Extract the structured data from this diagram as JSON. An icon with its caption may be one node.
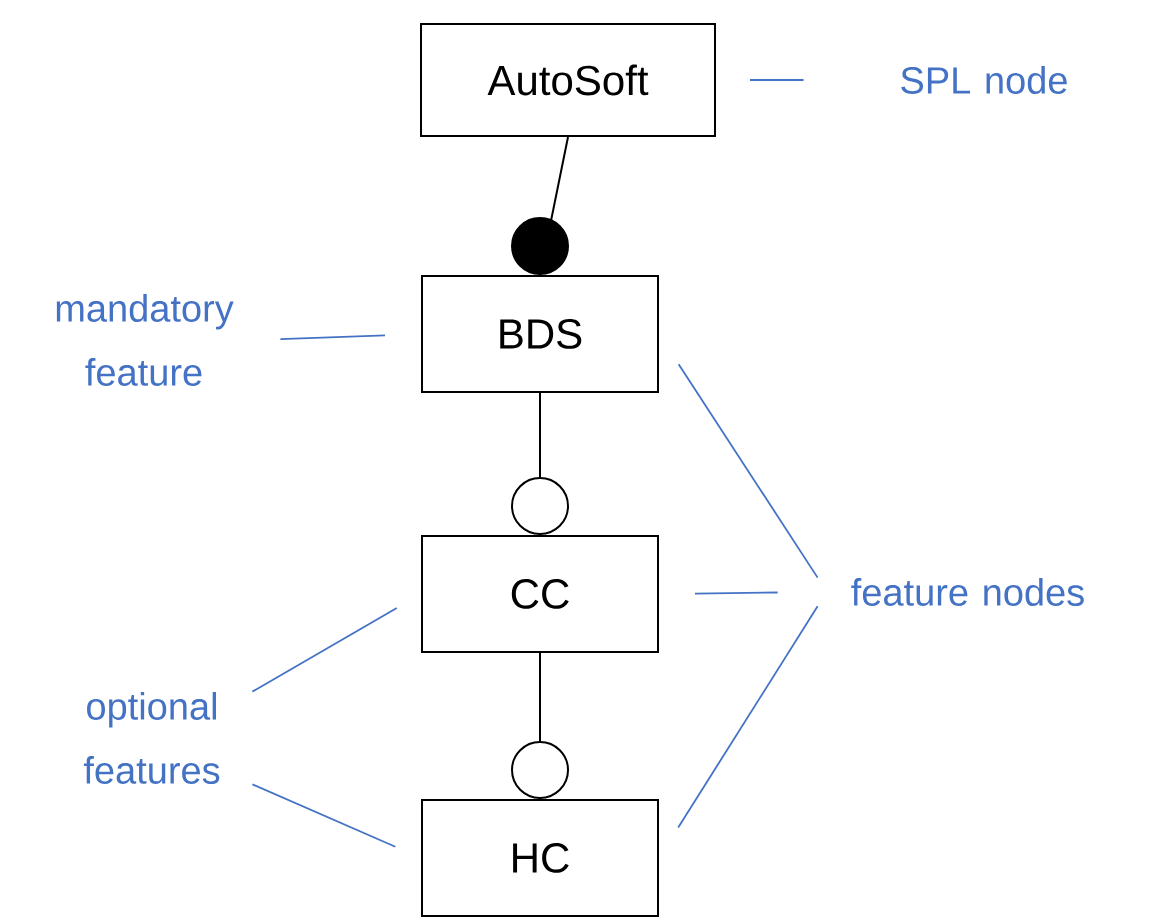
{
  "diagram": {
    "nodes": [
      {
        "text": [
          "AutoSoft"
        ]
      },
      {
        "text": [
          "BDS"
        ]
      },
      {
        "text": [
          "CC"
        ]
      },
      {
        "text": [
          "HC"
        ]
      },
      {
        "text": [
          "SPL node"
        ]
      },
      {
        "text": [
          "mandatory feature"
        ]
      },
      {
        "text": [
          "feature nodes"
        ]
      },
      {
        "text": [
          "optional features"
        ]
      }
    ],
    "edges": [
      {
        "from": 0,
        "to": 1,
        "arrow": "other",
        "color": "#000000"
      },
      {
        "from": 1,
        "to": 2,
        "arrow": "other",
        "color": "#000000"
      },
      {
        "from": 2,
        "to": 3,
        "arrow": "other",
        "color": "#000000"
      },
      {
        "from": 4,
        "to": 0,
        "arrow": "none"
      },
      {
        "from": 5,
        "to": 1,
        "arrow": "none"
      },
      {
        "from": 6,
        "to": 1,
        "arrow": "none"
      },
      {
        "from": 6,
        "to": 2,
        "arrow": "none"
      },
      {
        "from": 6,
        "to": 3,
        "arrow": "none"
      },
      {
        "from": 7,
        "to": 2,
        "arrow": "none"
      },
      {
        "from": 7,
        "to": 3,
        "arrow": "none"
      }
    ]
  }
}
